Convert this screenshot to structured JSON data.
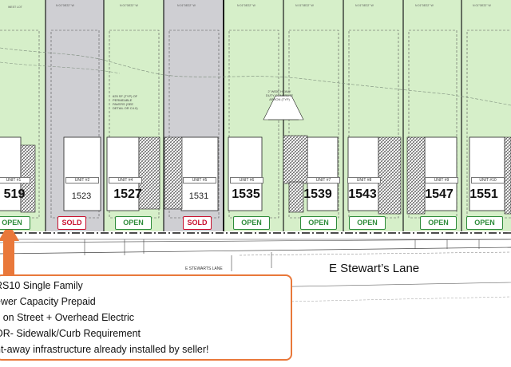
{
  "street": {
    "name": "E Stewart’s Lane",
    "name_small": "E STEWARTS LANE"
  },
  "colors": {
    "open_lot": "#d6efc9",
    "sold_lot": "#cfcfd3",
    "open_badge": "#2e8b3a",
    "sold_badge": "#c8102e",
    "arrow": "#e9783a",
    "info_border": "#e9783a"
  },
  "lots": [
    {
      "address": "519",
      "unit": "UNIT #1",
      "status": "OPEN",
      "sold": false
    },
    {
      "address": "1523",
      "unit": "UNIT #2",
      "status": "SOLD",
      "sold": true
    },
    {
      "address": "1527",
      "unit": "UNIT #4",
      "status": "OPEN",
      "sold": false
    },
    {
      "address": "1531",
      "unit": "UNIT #5",
      "status": "SOLD",
      "sold": true
    },
    {
      "address": "1535",
      "unit": "UNIT #6",
      "status": "OPEN",
      "sold": false
    },
    {
      "address": "1539",
      "unit": "UNIT #7",
      "status": "OPEN",
      "sold": false
    },
    {
      "address": "1543",
      "unit": "UNIT #8",
      "status": "OPEN",
      "sold": false
    },
    {
      "address": "1547",
      "unit": "UNIT #9",
      "status": "OPEN",
      "sold": false
    },
    {
      "address": "1551",
      "unit": "UNIT #10",
      "status": "OPEN",
      "sold": false
    }
  ],
  "annotations": {
    "driveway_note": "2' WIDE HEAVY DUTY CONCRETE APRON (TYP)",
    "paver_note": "625 SF (TYP) OF PERMEABLE PAVERS (SEE DETAIL OR C4.0)"
  },
  "info": {
    "lines": [
      "RS10 Single Family",
      "ewer Capacity Prepaid",
      "s on Street + Overhead Electric",
      "OR- Sidewalk/Curb Requirement",
      "nt-away infrastructure already installed by seller!"
    ]
  }
}
